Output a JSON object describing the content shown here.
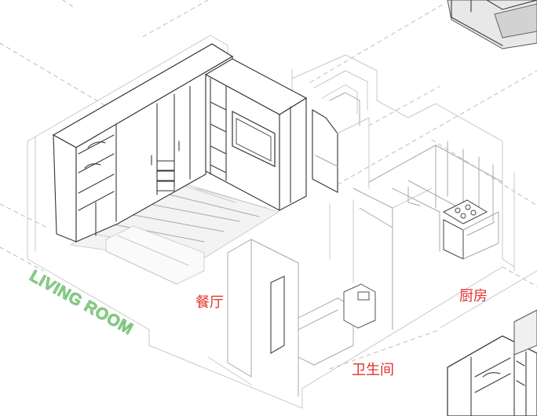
{
  "labels": {
    "living_room": "LIVING ROOM",
    "dining": "餐厅",
    "kitchen": "厨房",
    "bathroom": "卫生间"
  },
  "colors": {
    "room_label": "#e0322d",
    "living_label": "#8ad08a",
    "line_dark": "#3b3b3b",
    "line_light": "#c9c9c9"
  }
}
